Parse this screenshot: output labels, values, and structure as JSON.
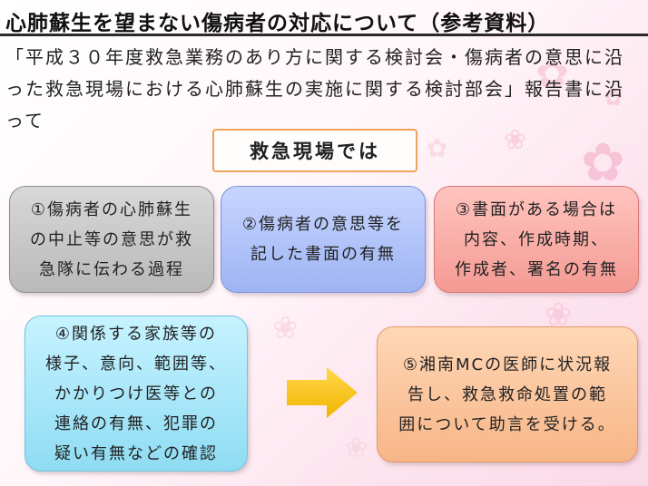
{
  "title": "心肺蘇生を望まない傷病者の対応について（参考資料）",
  "intro": "「平成３０年度救急業務のあり方に関する検討会・傷病者の意思に沿った救急現場における心肺蘇生の実施に関する検討部会」報告書に沿って",
  "heading": "救急現場では",
  "steps": [
    {
      "text": "①傷病者の心肺蘇生\nの中止等の意思が救\n急隊に伝わる過程",
      "color": "#c8c8c8"
    },
    {
      "text": "②傷病者の意思等を\n記した書面の有無",
      "color": "#b3c6fb"
    },
    {
      "text": "③書面がある場合は\n内容、作成時期、\n作成者、署名の有無",
      "color": "#f9b0aa"
    },
    {
      "text": "④関係する家族等の\n様子、意向、範囲等、\nかかりつけ医等との\n連絡の有無、犯罪の\n疑い有無などの確認",
      "color": "#abe8f9"
    },
    {
      "text": "⑤湘南MCの医師に状況報\n告し、救急救命処置の範\n囲について助言を受ける。",
      "color": "#fbc79f"
    }
  ],
  "arrow_icon": "right-arrow-icon",
  "colors": {
    "accent_orange": "#f0a25a",
    "arrow_fill": "#f5c518",
    "background_pink": "#fbd9e7"
  }
}
